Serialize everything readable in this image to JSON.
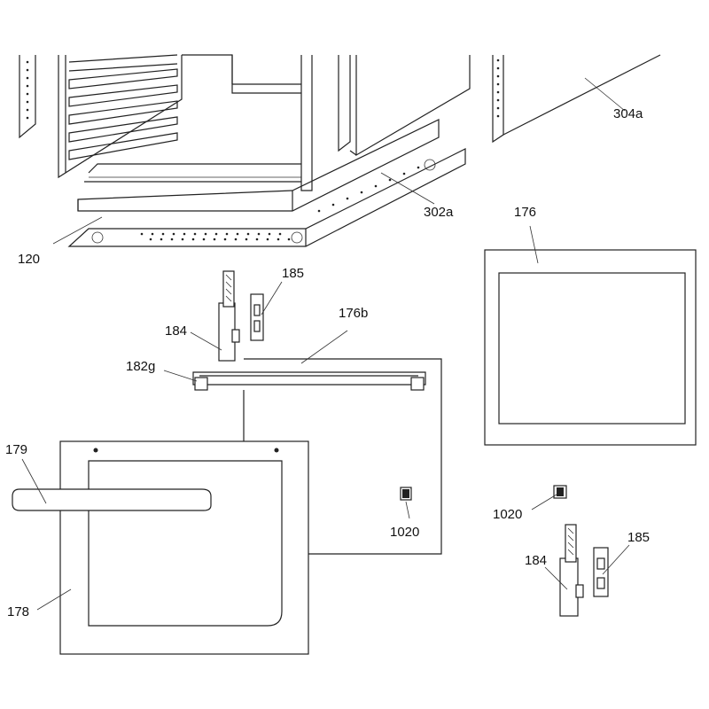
{
  "labels": {
    "l304a": "304a",
    "l302a": "302a",
    "l120": "120",
    "l176": "176",
    "l185a": "185",
    "l184a": "184",
    "l176b": "176b",
    "l182g": "182g",
    "l179": "179",
    "l178": "178",
    "l1020a": "1020",
    "l1020b": "1020",
    "l184b": "184",
    "l185b": "185"
  }
}
